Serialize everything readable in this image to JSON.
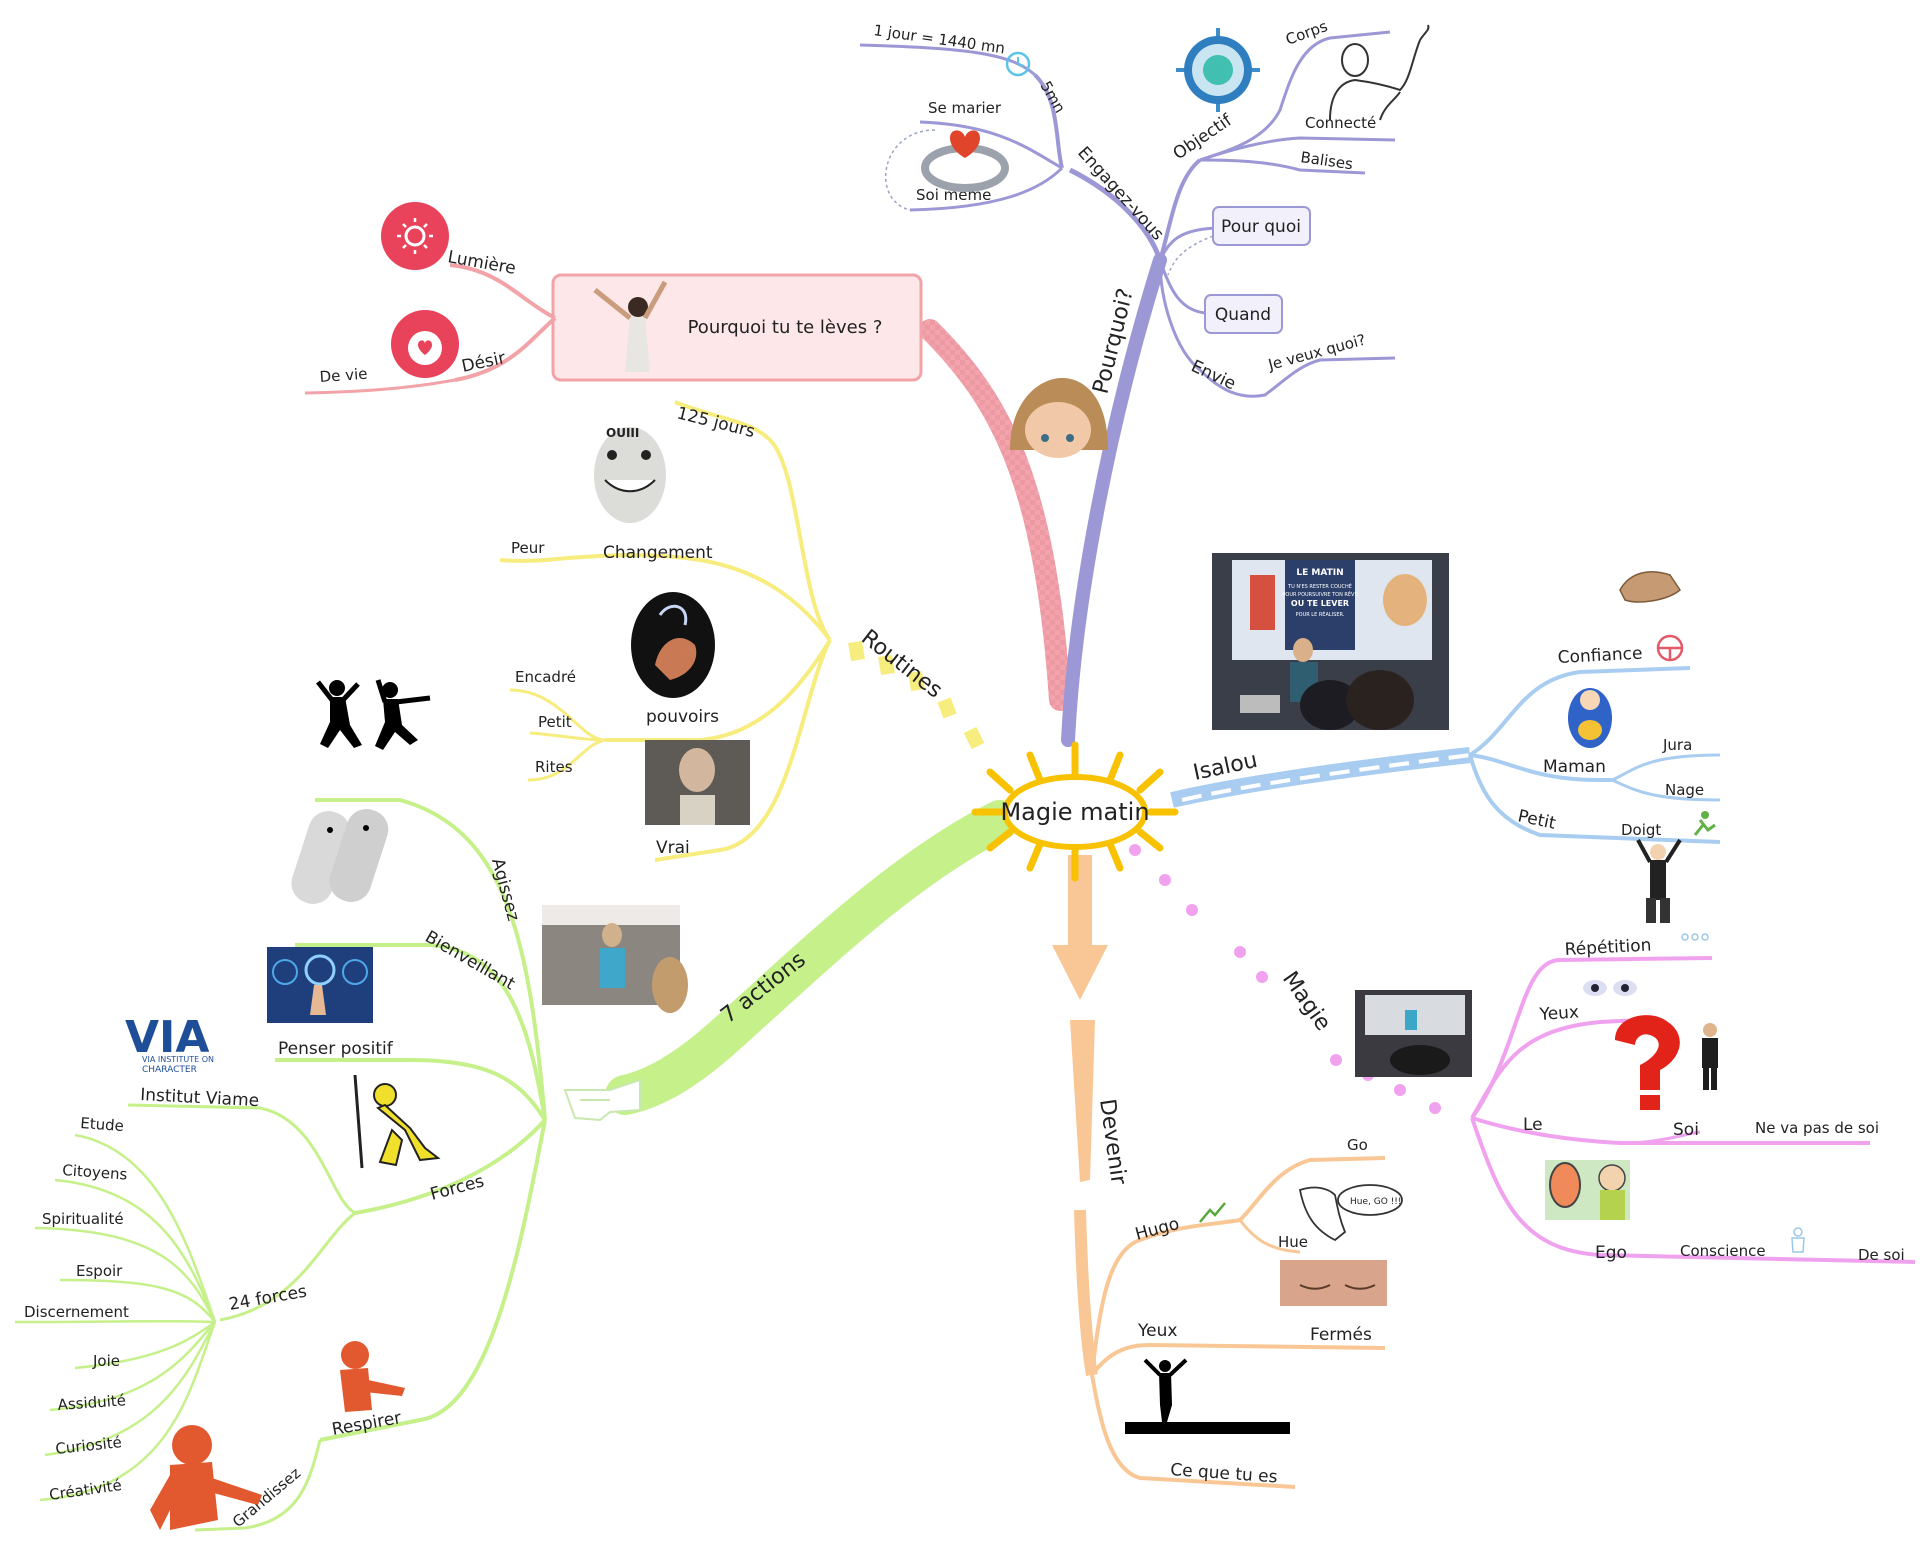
{
  "center": {
    "label": "Magie matin"
  },
  "colors": {
    "pink": "#f2a3a8",
    "purple": "#9c98d6",
    "yellow": "#f7ec7e",
    "green": "#c5f08a",
    "blue": "#a9cdf0",
    "magenta": "#f0a2ef",
    "orange": "#f9c796",
    "sun": "#f8c200"
  },
  "branches": {
    "pink": {
      "title": "Pourquoi tu te lèves ?",
      "lumiere": "Lumière",
      "desir": "Désir",
      "de_vie": "De vie"
    },
    "purple": {
      "title": "Pourquoi?",
      "engagez": "Engagez-vous",
      "jour": "1 jour = 1440 mn",
      "cinq": "5mn",
      "marier": "Se marier",
      "soi_meme": "Soi même",
      "objectif": "Objectif",
      "corps": "Corps",
      "connecte": "Connecté",
      "balises": "Balises",
      "pour_quoi": "Pour quoi",
      "quand": "Quand",
      "envie": "Envie",
      "veux": "Je veux quoi?"
    },
    "yellow": {
      "title": "Routines",
      "jours": "125 jours",
      "changement": "Changement",
      "peur": "Peur",
      "pouvoirs": "pouvoirs",
      "encadre": "Encadré",
      "petit": "Petit",
      "rites": "Rites",
      "vrai": "Vrai"
    },
    "green": {
      "title": "7 actions",
      "agissez": "Agissez",
      "bienveillant": "Bienveillant",
      "penser": "Penser positif",
      "forces": "Forces",
      "institut": "Institut Viame",
      "vingt": "24 forces",
      "list": [
        "Etude",
        "Citoyens",
        "Spiritualité",
        "Espoir",
        "Discernement",
        "Joie",
        "Assiduité",
        "Curiosité",
        "Créativité"
      ],
      "respirer": "Respirer",
      "grandissez": "Grandissez"
    },
    "blue": {
      "title": "Isalou",
      "confiance": "Confiance",
      "maman": "Maman",
      "jura": "Jura",
      "nage": "Nage",
      "petit": "Petit",
      "doigt": "Doigt"
    },
    "magenta": {
      "title": "Magie",
      "repetition": "Répétition",
      "yeux": "Yeux",
      "le": "Le",
      "soi": "Soi",
      "nvps": "Ne va pas de soi",
      "ego": "Ego",
      "conscience": "Conscience",
      "de_soi": "De soi"
    },
    "orange": {
      "title": "Devenir",
      "hugo": "Hugo",
      "go": "Go",
      "hue": "Hue",
      "bubble": "Hue, GO !!!",
      "yeux": "Yeux",
      "fermes": "Fermés",
      "ce": "Ce que tu es"
    }
  },
  "images": {
    "slide_lines": [
      "LE MATIN",
      "TU N'ES RESTER COUCHÉ",
      "POUR POURSUIVRE TON RÊVE",
      "OU TE LEVER",
      "POUR LE RÉALISER."
    ],
    "via_big": "VIA",
    "via_small1": "VIA INSTITUTE ON",
    "via_small2": "CHARACTER",
    "ghost": "OUIII"
  }
}
